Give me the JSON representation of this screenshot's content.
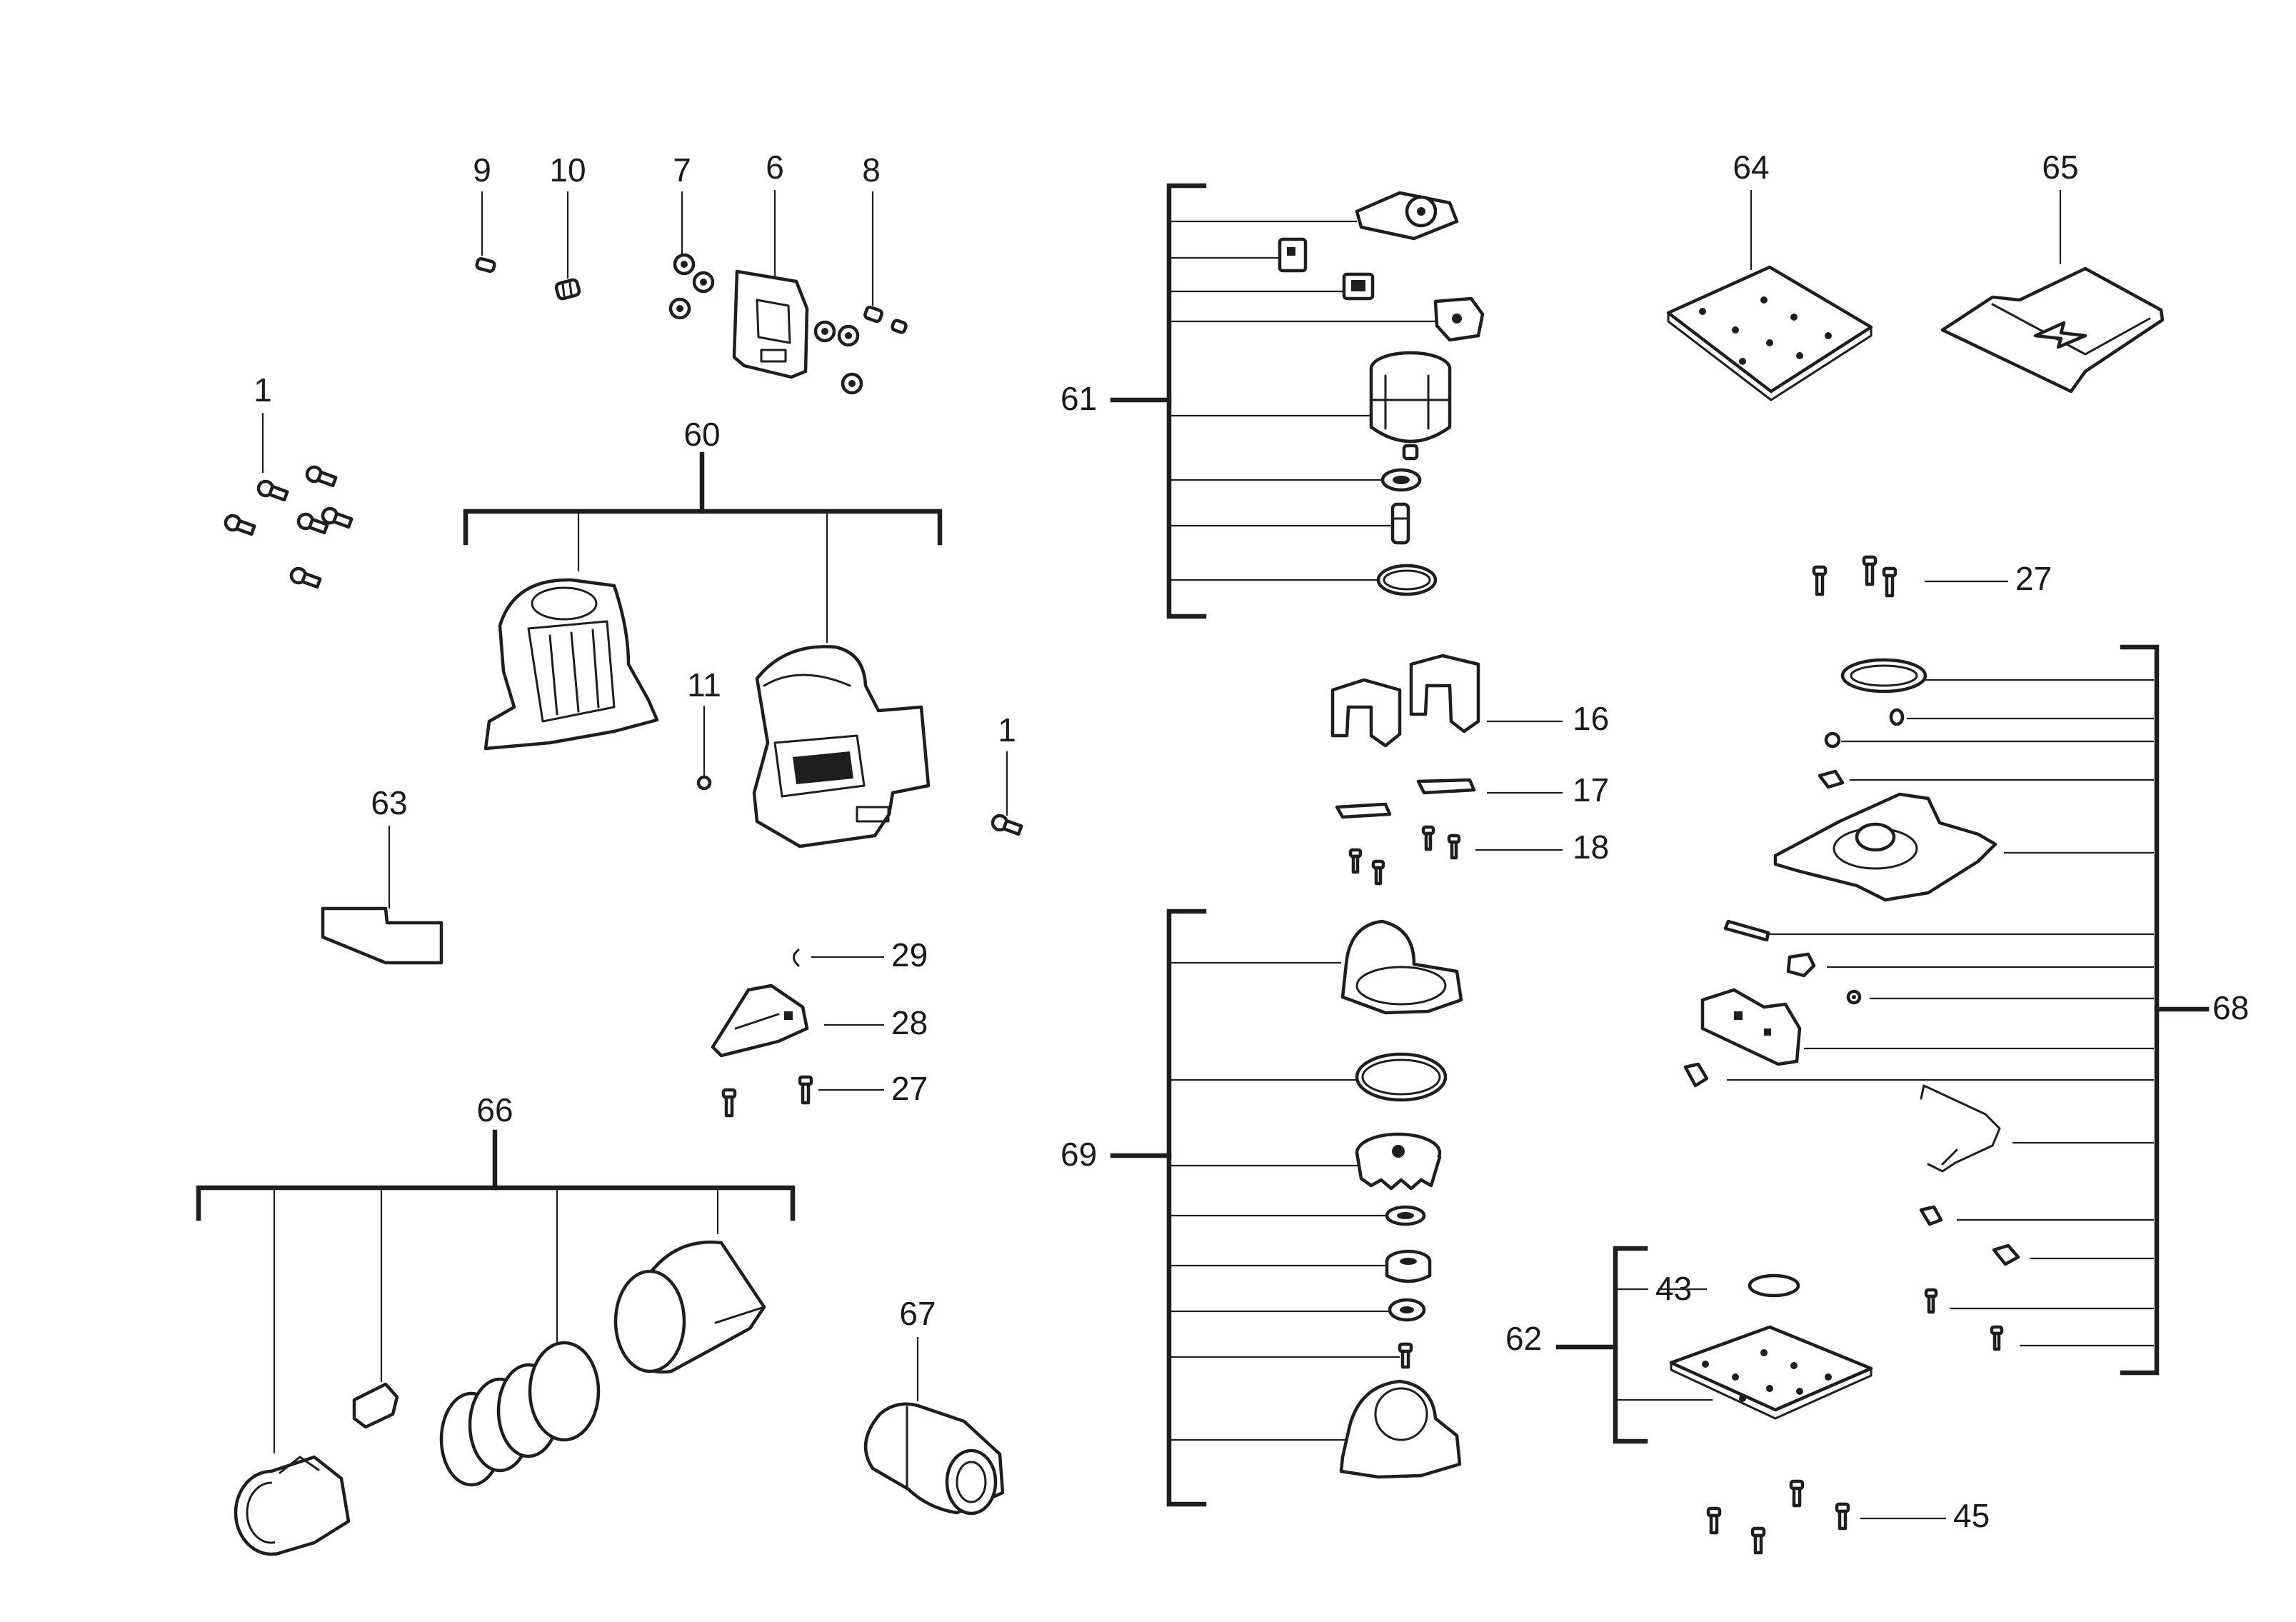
{
  "callouts": {
    "p1a": "1",
    "p1b": "1",
    "p6": "6",
    "p7": "7",
    "p8": "8",
    "p9": "9",
    "p10": "10",
    "p11": "11",
    "p16": "16",
    "p17": "17",
    "p18": "18",
    "p27a": "27",
    "p27b": "27",
    "p28": "28",
    "p29": "29",
    "p43": "43",
    "p45": "45",
    "p60": "60",
    "p61": "61",
    "p62": "62",
    "p63": "63",
    "p64": "64",
    "p65": "65",
    "p66": "66",
    "p67": "67",
    "p68": "68",
    "p69": "69"
  }
}
